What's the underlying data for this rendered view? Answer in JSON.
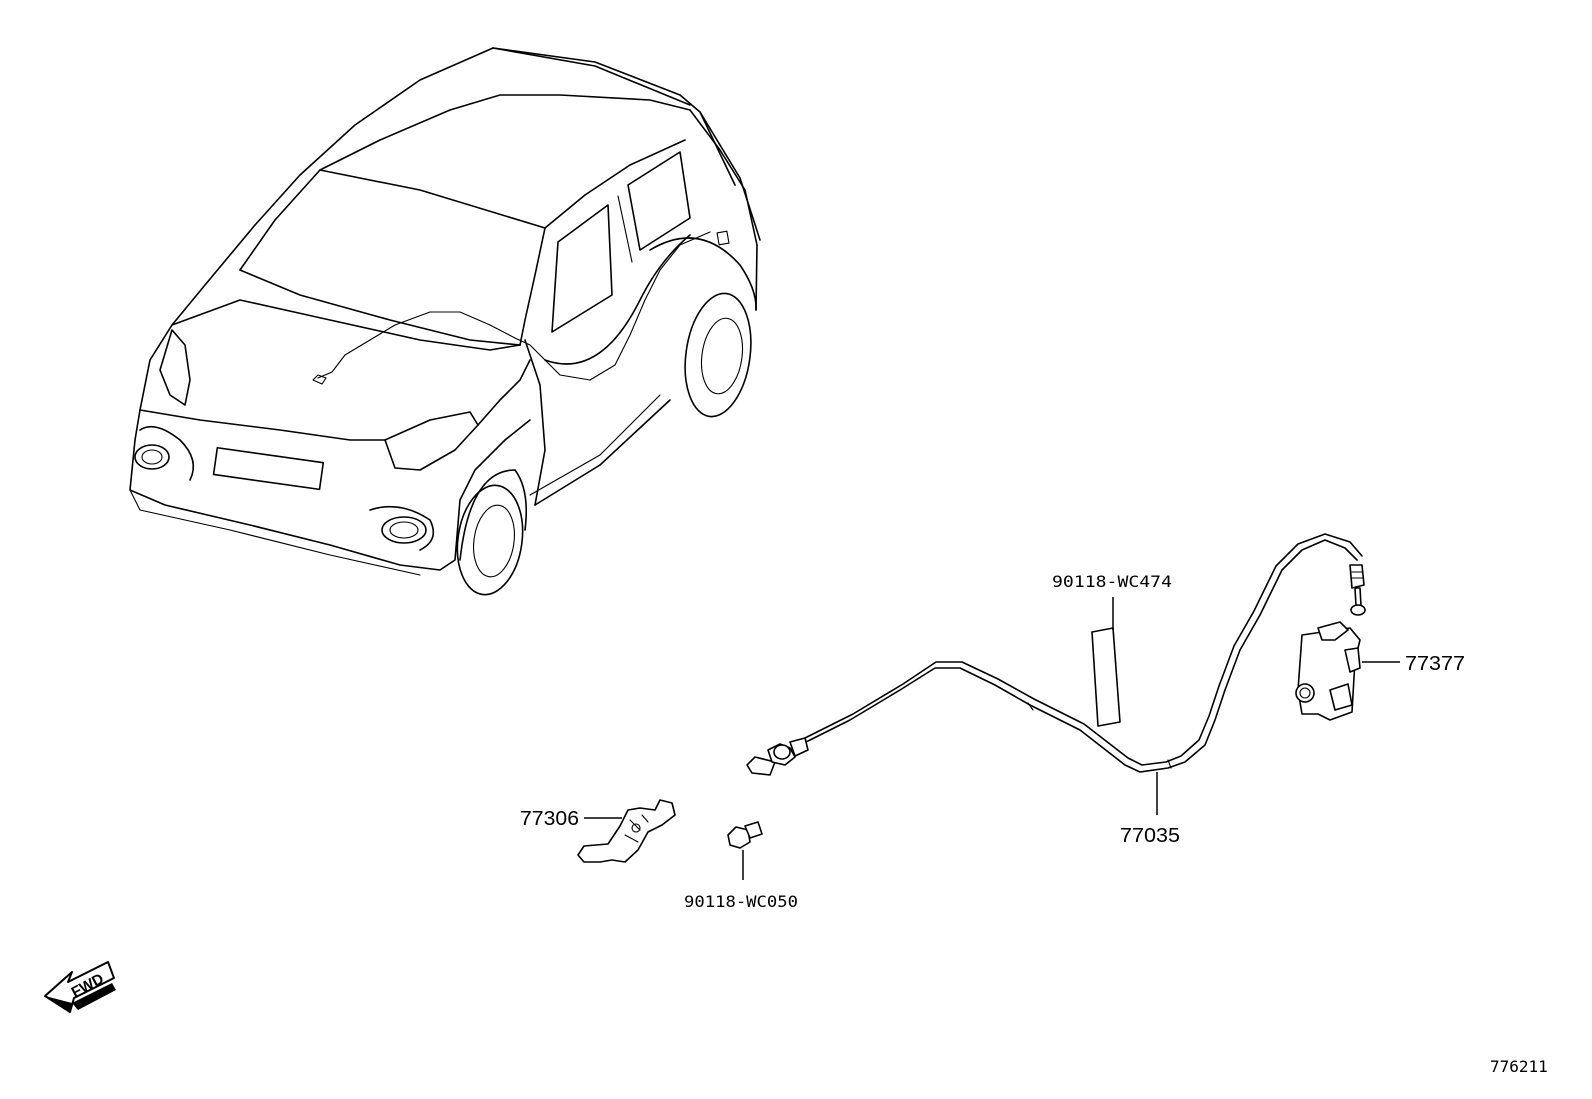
{
  "parts": [
    {
      "id": "p77306",
      "number": "77306",
      "name": "bracket"
    },
    {
      "id": "p90118_wc050",
      "number": "90118-WC050",
      "name": "bolt"
    },
    {
      "id": "p90118_wc474",
      "number": "90118-WC474",
      "name": "label"
    },
    {
      "id": "p77035",
      "number": "77035",
      "name": "cable"
    },
    {
      "id": "p77377",
      "number": "77377",
      "name": "lock"
    }
  ],
  "fwd_label": "FWD",
  "diagram_code": "776211"
}
